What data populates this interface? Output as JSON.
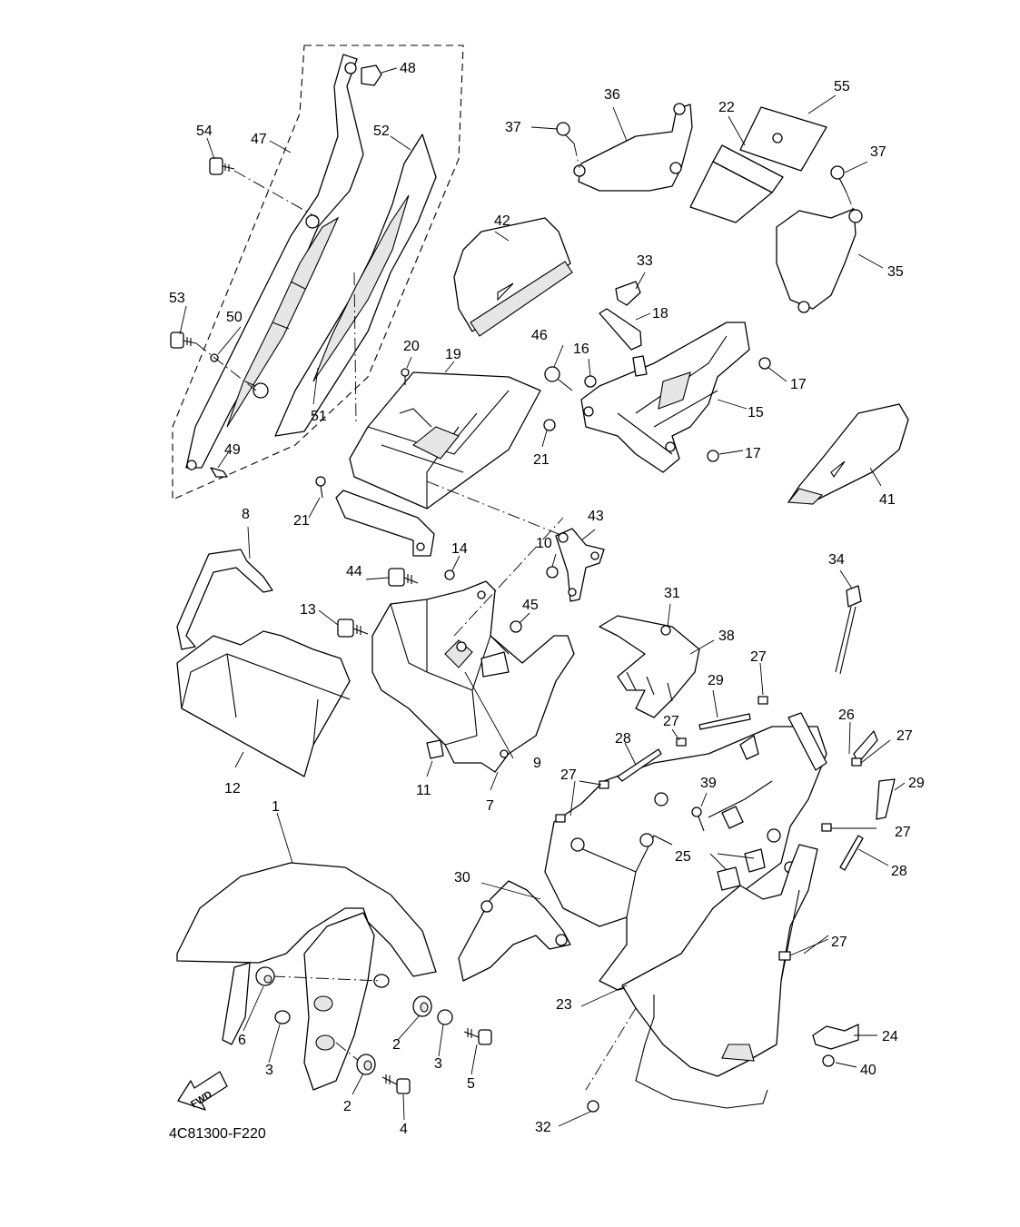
{
  "diagram": {
    "drawing_code": "4C81300-F220",
    "fwd_label": "FWD",
    "callouts": [
      "1",
      "2",
      "2",
      "3",
      "3",
      "4",
      "5",
      "6",
      "7",
      "8",
      "9",
      "10",
      "11",
      "12",
      "13",
      "14",
      "15",
      "16",
      "17",
      "17",
      "18",
      "19",
      "20",
      "21",
      "21",
      "22",
      "23",
      "24",
      "25",
      "26",
      "27",
      "27",
      "27",
      "27",
      "27",
      "27",
      "28",
      "28",
      "29",
      "29",
      "30",
      "31",
      "32",
      "33",
      "34",
      "35",
      "36",
      "37",
      "37",
      "38",
      "39",
      "40",
      "41",
      "42",
      "43",
      "44",
      "45",
      "46",
      "47",
      "48",
      "49",
      "50",
      "51",
      "52",
      "53",
      "54",
      "55"
    ]
  }
}
